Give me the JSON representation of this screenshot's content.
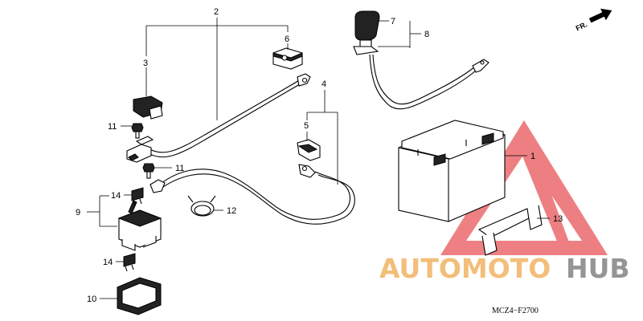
{
  "diagram": {
    "callouts": [
      "1",
      "2",
      "3",
      "4",
      "5",
      "6",
      "7",
      "8",
      "9",
      "10",
      "11",
      "11",
      "12",
      "13",
      "14",
      "14"
    ],
    "front_marker": "FR.",
    "figure_code": "MCZ4−F2700"
  },
  "watermark": {
    "brand_part1": "AUTOMOTO",
    "brand_part2": "HUB",
    "colors": {
      "triangle": "#e8555a",
      "brand_part1": "#f2b86c",
      "brand_part2": "#8a8a8a"
    }
  }
}
